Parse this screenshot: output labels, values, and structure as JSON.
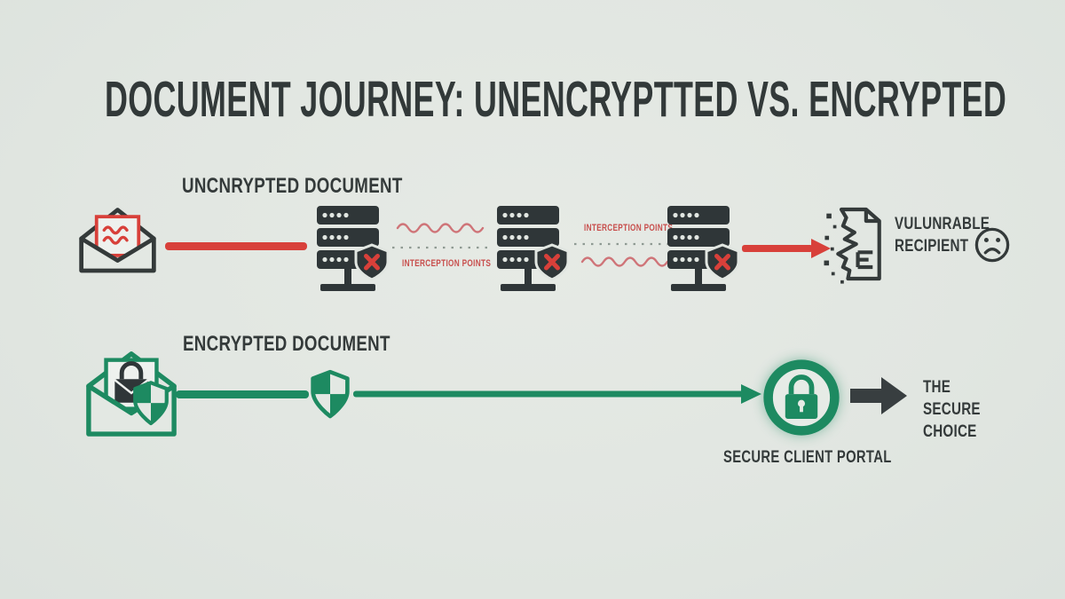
{
  "title": "DOCUMENT JOURNEY: UNENCRYPTTED VS. ENCRYPTED",
  "colors": {
    "background": "#e2e7e2",
    "ink": "#343a3a",
    "red": "#d8403a",
    "pink_squiggle": "#cf7478",
    "green": "#1d8a61",
    "server_dark": "#2f3638"
  },
  "unencrypted_flow": {
    "label": "UNCNRYPTED DOCUMENT",
    "source_icon": "open-envelope-with-letter",
    "server_count": 3,
    "interception_point_1": "INTERCEPTION POINTS",
    "interception_point_2": "INTERCEPTION POINTS",
    "recipient_label": "VULUNRABLE RECIPIENT",
    "recipient_icon": "broken-document",
    "recipient_mood_icon": "sad-face"
  },
  "encrypted_flow": {
    "label": "ENCRYPTED DOCUMENT",
    "source_icon": "locked-envelope-with-shield",
    "transit_icon": "quadrant-shield",
    "portal_label": "SECURE CLIENT PORTAL",
    "portal_icon": "padlock-in-ring",
    "choice_label": "THE SECURE CHOICE"
  }
}
